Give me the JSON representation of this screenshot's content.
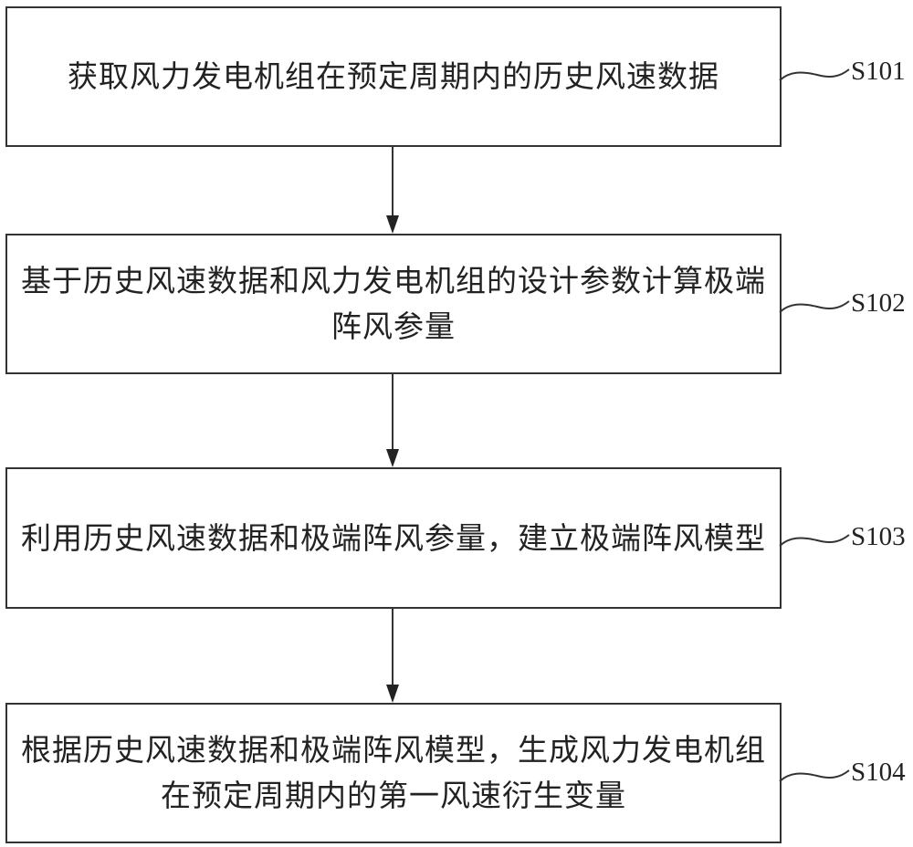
{
  "steps": [
    {
      "id": "S101",
      "text": "获取风力发电机组在预定周期内的历史风速数据"
    },
    {
      "id": "S102",
      "text": "基于历史风速数据和风力发电机组的设计参数计算极端阵风参量"
    },
    {
      "id": "S103",
      "text": "利用历史风速数据和极端阵风参量，建立极端阵风模型"
    },
    {
      "id": "S104",
      "text": "根据历史风速数据和极端阵风模型，生成风力发电机组在预定周期内的第一风速衍生变量"
    }
  ]
}
